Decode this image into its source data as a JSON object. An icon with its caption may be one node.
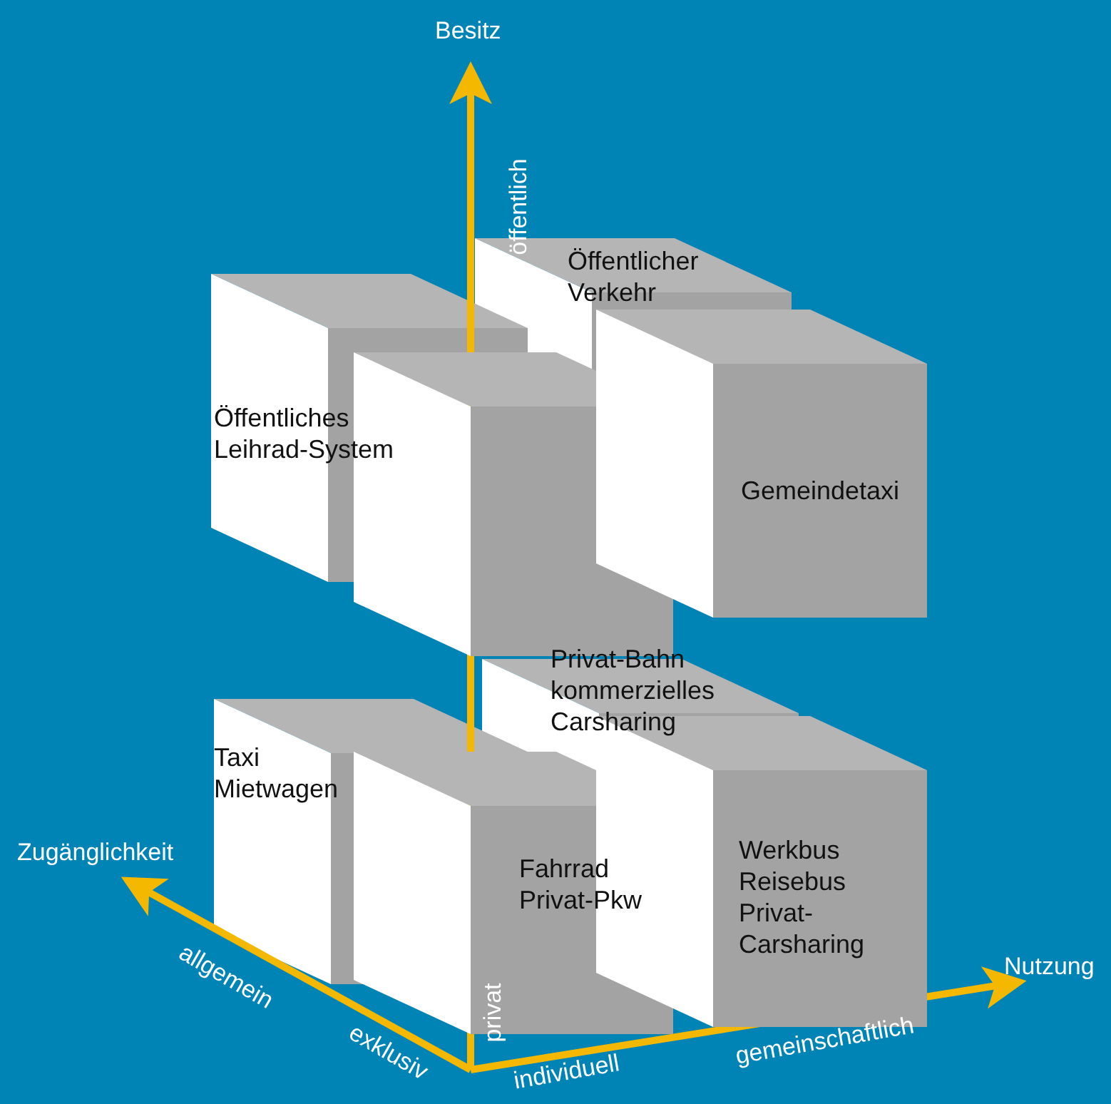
{
  "diagram": {
    "nodes": [
      {
        "text": [
          "Öffentlicher Verkehr"
        ]
      },
      {
        "text": [
          "Öffentliches Leihrad-System"
        ]
      },
      {
        "text": [],
        "shape": "box"
      },
      {
        "text": [
          "Gemeindetaxi"
        ]
      },
      {
        "text": [
          "Privat-Bahn kommerzielles Carsharing"
        ]
      },
      {
        "text": [
          "Taxi Mietwagen"
        ]
      },
      {
        "text": [
          "Fahrrad Privat-Pkw"
        ]
      },
      {
        "text": [
          "Werkbus Reisebus Privat-Carsharing"
        ]
      }
    ],
    "labels": [
      "Besitz",
      "öffentlich",
      "Zugänglichkeit",
      "allgemein",
      "exklusiv",
      "privat",
      "individuell",
      "gemeinschaftlich",
      "Nutzung"
    ]
  }
}
